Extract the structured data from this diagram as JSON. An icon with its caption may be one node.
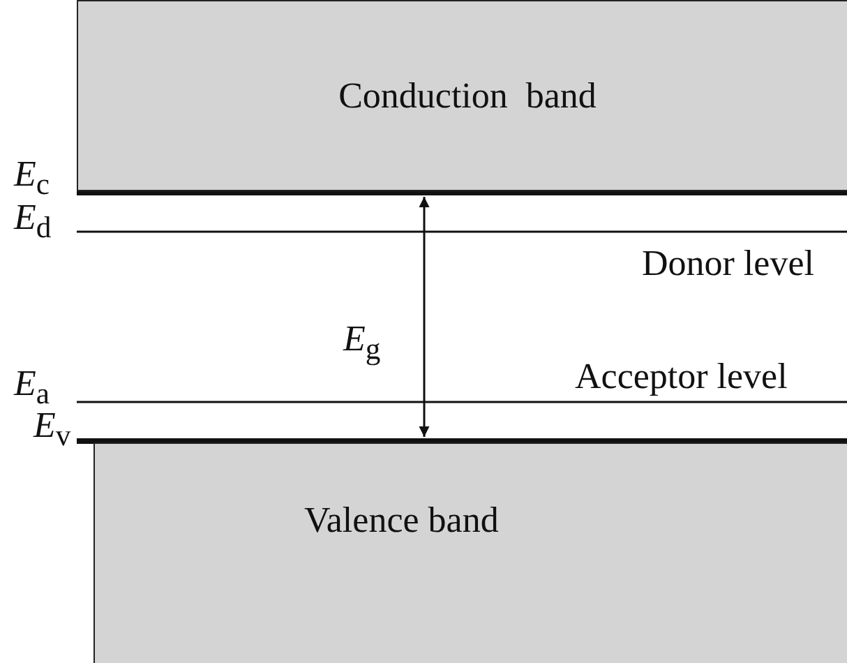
{
  "diagram": {
    "nodes": [
      {
        "text": [
          "Conduction  band"
        ]
      },
      {
        "text": [
          "Valence band"
        ]
      }
    ],
    "edges": [
      {
        "from": 0,
        "to": 1,
        "arrow": "both",
        "label": "*E*$_{g}$"
      }
    ],
    "labels": [
      "*E*$_{c}$",
      "*E*$_{d}$",
      "Donor level",
      "*E*$_{a}$",
      "Acceptor level",
      "*E*$_{v}$"
    ]
  }
}
